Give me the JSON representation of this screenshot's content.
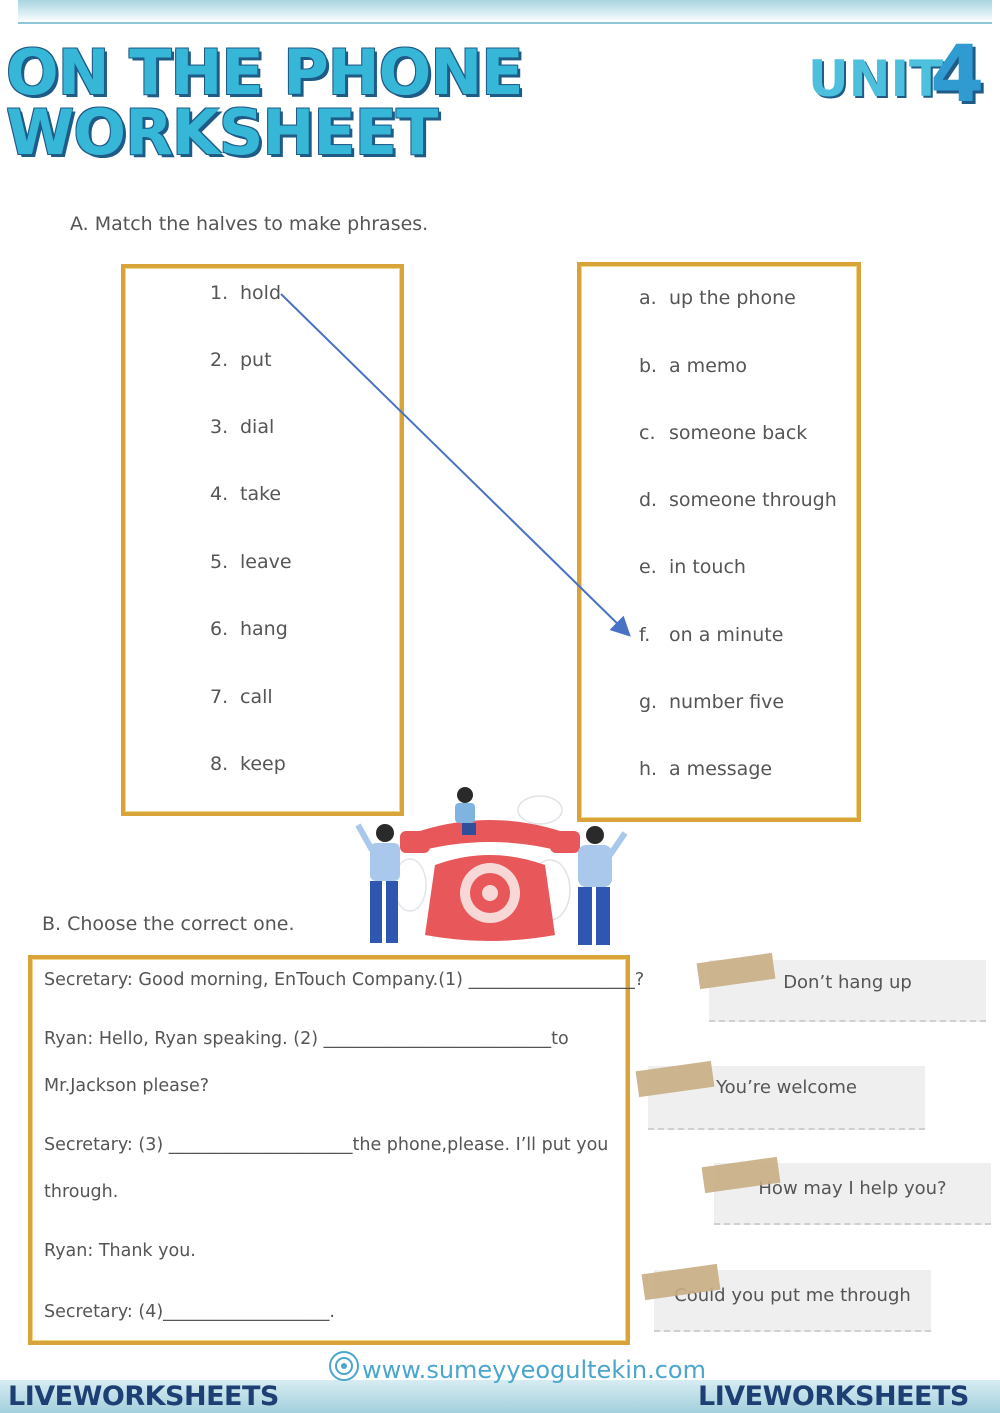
{
  "header": {
    "title_line1": "ON THE PHONE",
    "title_line2": "WORKSHEET",
    "unit_label": "UNIT",
    "unit_number": "4"
  },
  "section_a": {
    "heading": "A.  Match the halves to make phrases.",
    "left_items": [
      {
        "num": "1.",
        "text": "hold"
      },
      {
        "num": "2.",
        "text": "put"
      },
      {
        "num": "3.",
        "text": "dial"
      },
      {
        "num": "4.",
        "text": "take"
      },
      {
        "num": "5.",
        "text": "leave"
      },
      {
        "num": "6.",
        "text": "hang"
      },
      {
        "num": "7.",
        "text": "call"
      },
      {
        "num": "8.",
        "text": "keep"
      }
    ],
    "right_items": [
      {
        "num": "a.",
        "text": "up the phone"
      },
      {
        "num": "b.",
        "text": "a memo"
      },
      {
        "num": "c.",
        "text": "someone back"
      },
      {
        "num": "d.",
        "text": "someone through"
      },
      {
        "num": "e.",
        "text": "in touch"
      },
      {
        "num": "f.",
        "text": "on a minute"
      },
      {
        "num": "g.",
        "text": "number five"
      },
      {
        "num": "h.",
        "text": "a message"
      }
    ]
  },
  "section_b": {
    "heading": "B.  Choose the correct one.",
    "lines": [
      "Secretary: Good morning, EnTouch Company.(1) ___________________?",
      "Ryan: Hello, Ryan speaking. (2) __________________________to",
      "Mr.Jackson please?",
      "Secretary: (3) _____________________the phone,please. I’ll put you",
      "through.",
      "Ryan: Thank you.",
      "Secretary: (4)___________________."
    ],
    "options": [
      "Don’t hang up",
      "You’re welcome",
      "How may I help you?",
      "Could you put me through"
    ]
  },
  "footer": {
    "website": "www.sumeyyeogultekin.com",
    "brand_left": "LIVEWORKSHEETS",
    "brand_right": "LIVEWORKSHEETS"
  },
  "colors": {
    "title_fill": "#37b7d8",
    "title_outline": "#1e5b86",
    "box_border": "#d8a43a",
    "arrow": "#4a72c4",
    "phone": "#e8575a"
  }
}
